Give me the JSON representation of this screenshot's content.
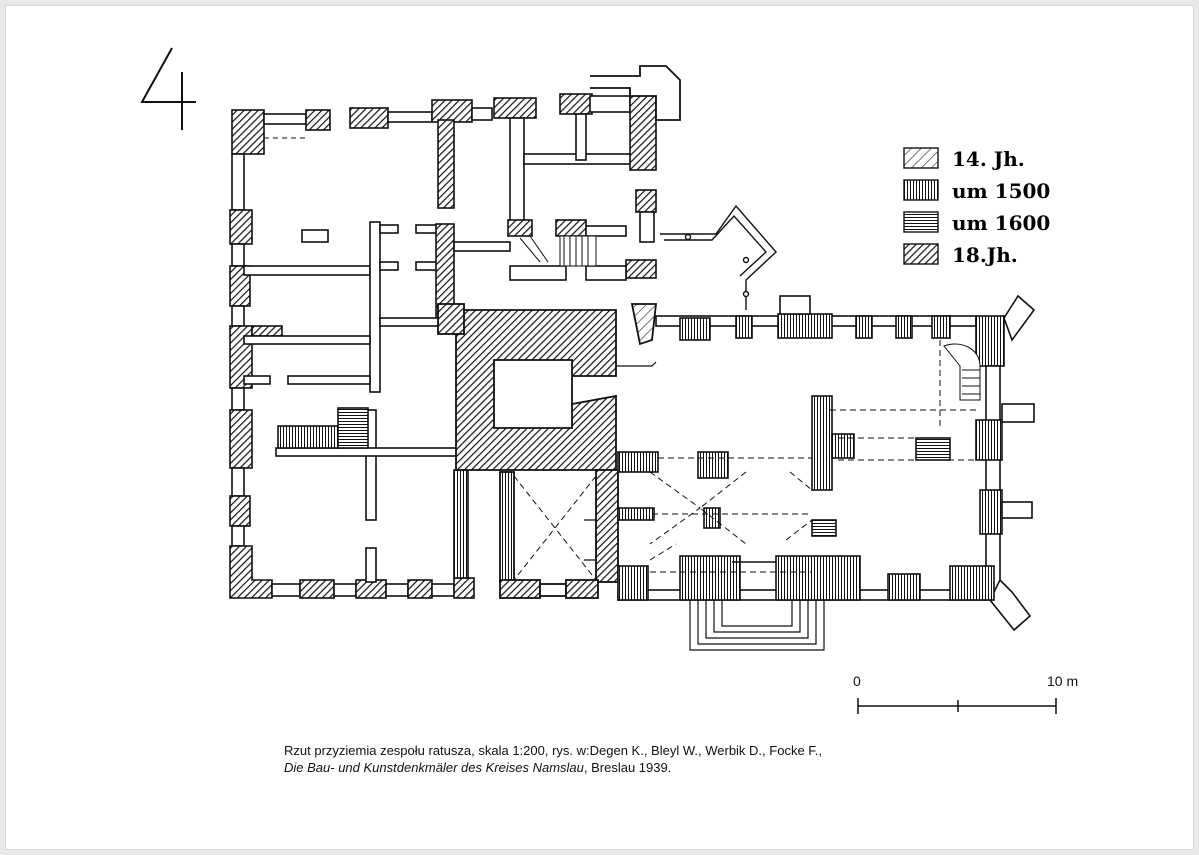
{
  "page_number": "4",
  "legend": [
    {
      "label": "14. Jh.",
      "pattern": "diag-light"
    },
    {
      "label": "um 1500",
      "pattern": "vertical"
    },
    {
      "label": "um 1600",
      "pattern": "horizontal"
    },
    {
      "label": "18.Jh.",
      "pattern": "diag-dense"
    }
  ],
  "scale_bar": {
    "start_label": "0",
    "end_label": "10 m"
  },
  "caption": {
    "line1": "Rzut przyziemia zespołu ratusza, skala 1:200, rys. w:Degen K., Bleyl W., Werbik D., Focke F.,",
    "line2_italic": "Die Bau- und Kunstdenkmäler des Kreises Namslau",
    "line2_rest": ", Breslau 1939."
  },
  "colors": {
    "ink": "#111111",
    "paper": "#ffffff",
    "background": "#e9e9e9"
  }
}
